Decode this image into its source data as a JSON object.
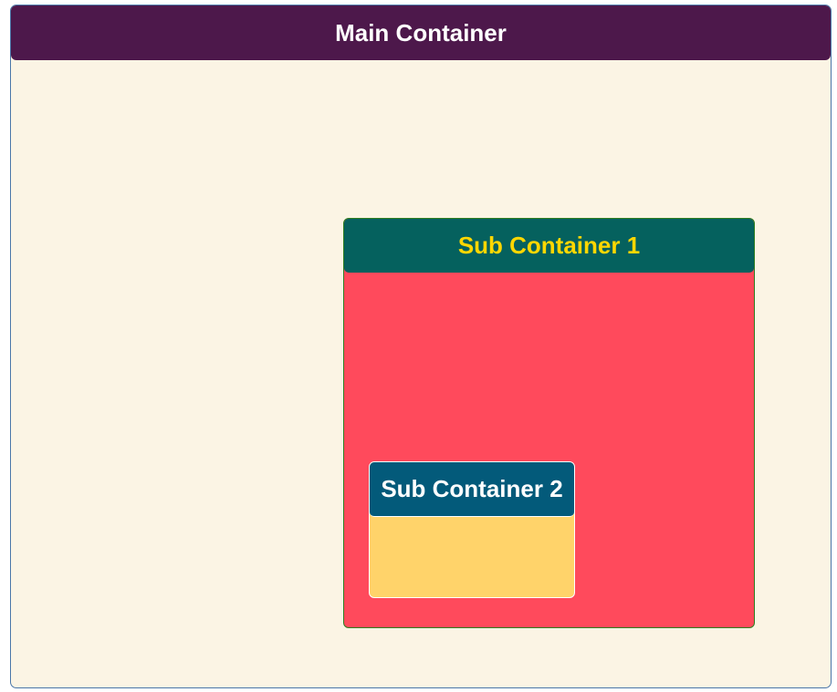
{
  "main_container": {
    "title": "Main Container",
    "colors": {
      "header": "#4d184b",
      "body": "#fbf4e4",
      "border": "#4a76a8",
      "title_text": "#ffffff"
    }
  },
  "sub_container_1": {
    "title": "Sub Container 1",
    "colors": {
      "header": "#05615e",
      "body": "#ff4a5c",
      "border": "#2e7d1f",
      "title_text": "#ffd700"
    }
  },
  "sub_container_2": {
    "title": "Sub Container 2",
    "colors": {
      "header": "#035a7a",
      "body": "#ffd36a",
      "border": "#ffffff",
      "title_text": "#ffffff"
    }
  }
}
